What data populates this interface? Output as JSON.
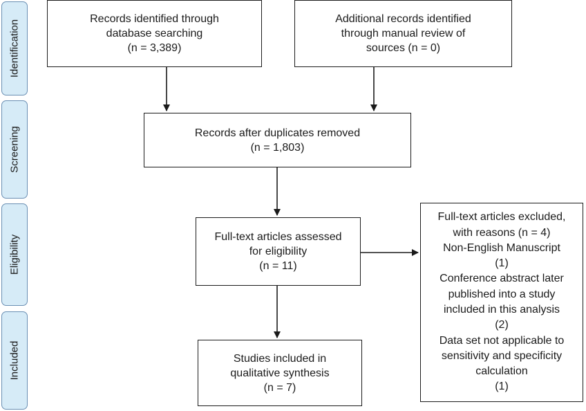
{
  "phases": {
    "identification": "Identification",
    "screening": "Screening",
    "eligibility": "Eligibility",
    "included": "Included"
  },
  "boxes": {
    "database": {
      "lines": [
        "Records identified through",
        "database searching",
        "(n = 3,389)"
      ]
    },
    "manual": {
      "lines": [
        "Additional records identified",
        "through manual review of",
        "sources (n = 0)"
      ]
    },
    "duplicates": {
      "lines": [
        "Records after duplicates removed",
        "(n = 1,803)"
      ]
    },
    "fulltext": {
      "lines": [
        "Full-text articles assessed",
        "for eligibility",
        "(n = 11)"
      ]
    },
    "excluded": {
      "lines": [
        "Full-text articles excluded,",
        "with reasons (n = 4)",
        "Non-English Manuscript",
        "(1)",
        "Conference abstract later",
        "published into a study",
        "included in this analysis",
        "(2)",
        "Data set not applicable to",
        "sensitivity and specificity",
        "calculation",
        "(1)"
      ]
    },
    "included": {
      "lines": [
        "Studies included in",
        "qualitative synthesis",
        "(n = 7)"
      ]
    }
  }
}
